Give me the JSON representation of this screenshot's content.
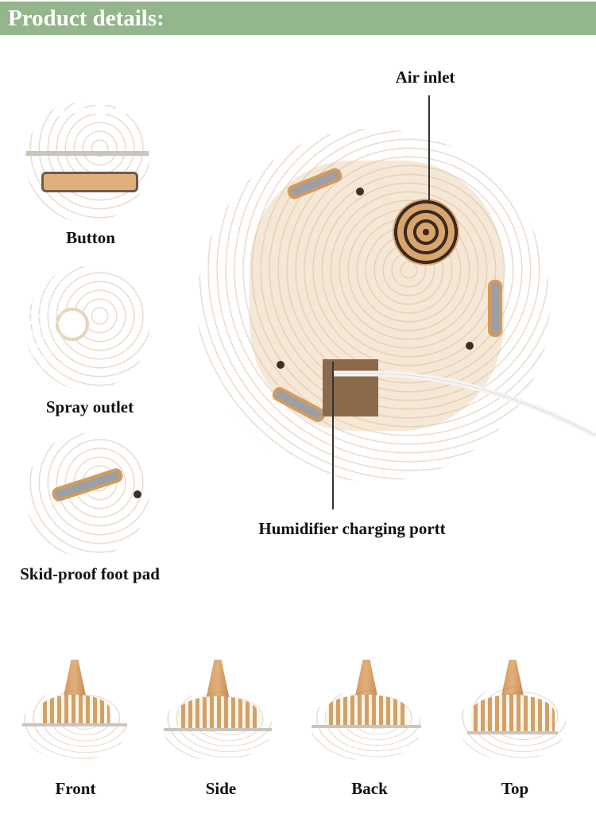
{
  "header": {
    "title": "Product details:"
  },
  "details": [
    {
      "label": "Button"
    },
    {
      "label": "Spray outlet"
    },
    {
      "label": "Skid-proof foot pad"
    }
  ],
  "main_image": {
    "callouts": {
      "air_inlet": "Air inlet",
      "charging_port": "Humidifier charging portt"
    }
  },
  "views": [
    {
      "label": "Front"
    },
    {
      "label": "Side"
    },
    {
      "label": "Back"
    },
    {
      "label": "Top"
    }
  ],
  "colors": {
    "header_bg": "#93b68c",
    "wood": "#d9a56c"
  }
}
